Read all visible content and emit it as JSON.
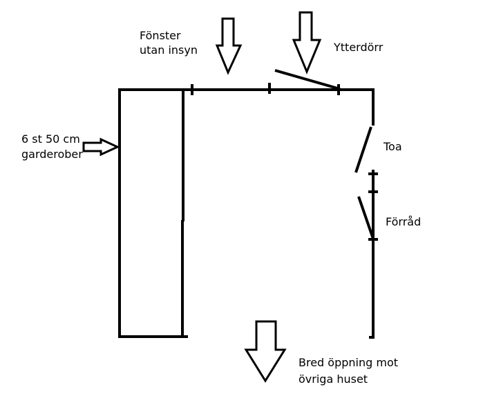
{
  "labels": {
    "window": [
      "Fönster",
      "utan insyn"
    ],
    "outer_door": "Ytterdörr",
    "wardrobes": [
      "6 st 50 cm",
      "garderober"
    ],
    "toilet": "Toa",
    "storage": "Förråd",
    "opening": [
      "Bred öppning mot",
      "övriga huset"
    ]
  },
  "icons": {
    "window_arrow": "down-arrow-icon",
    "door_arrow": "down-arrow-icon",
    "wardrobe_arrow": "right-arrow-icon",
    "opening_arrow": "down-arrow-icon"
  },
  "colors": {
    "line": "#000000",
    "background": "#ffffff"
  }
}
